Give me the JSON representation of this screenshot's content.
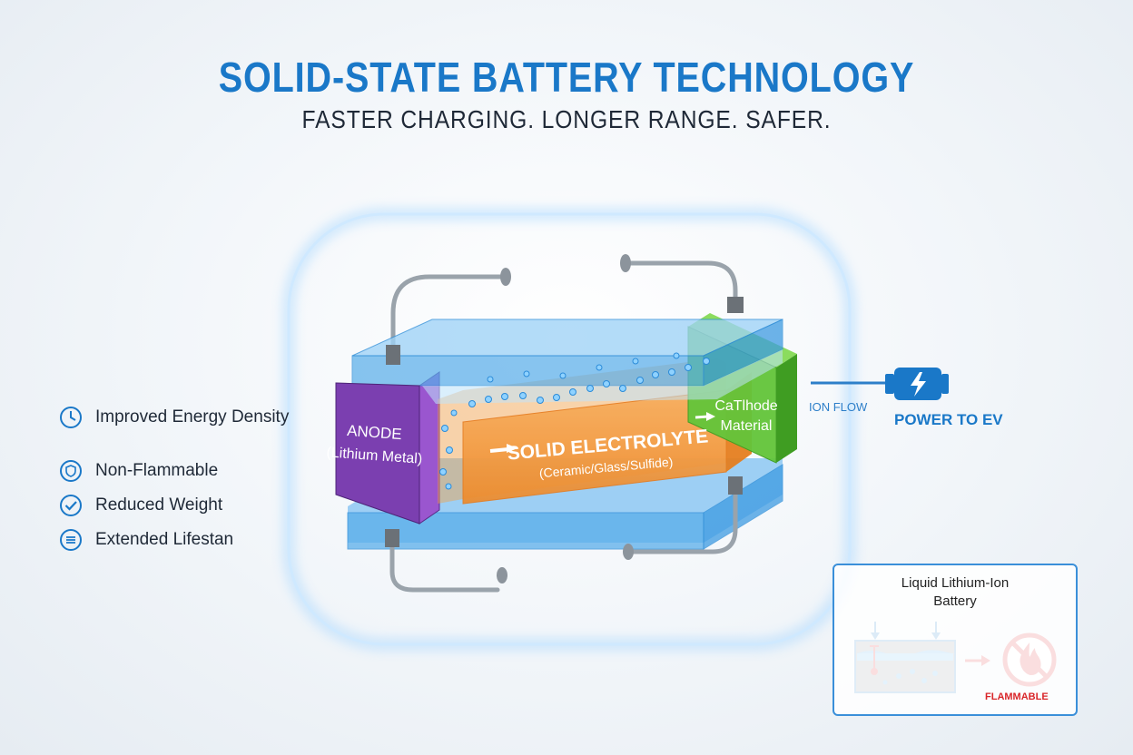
{
  "header": {
    "title": "SOLID-STATE BATTERY TECHNOLOGY",
    "subtitle": "FASTER CHARGING. LONGER RANGE. SAFER."
  },
  "features": [
    {
      "label": "Improved Energy Density",
      "icon": "clock-icon"
    },
    {
      "label": "Non-Flammable",
      "icon": "shield-icon"
    },
    {
      "label": "Reduced Weight",
      "icon": "check-circle-icon"
    },
    {
      "label": "Extended Lifestan",
      "icon": "list-circle-icon"
    }
  ],
  "battery": {
    "anode_title": "ANODE",
    "anode_sub": "(Lithium Metal)",
    "electrolyte_title": "SOLID ELECTROLYTE",
    "electrolyte_sub": "(Ceramic/Glass/Sulfide)",
    "cathode_title": "CaTlhode",
    "cathode_sub": "Material",
    "ion_flow": "ION FLOW",
    "power_label": "POWER TO EV"
  },
  "comparison": {
    "title_line1": "Liquid Lithium-Ion",
    "title_line2": "Battery",
    "flammable": "FLAMMABLE"
  },
  "colors": {
    "accent_blue": "#1a78c8",
    "anode_purple": "#7b3fb0",
    "electrolyte_orange": "#f39a3a",
    "cathode_green": "#5cc23a",
    "warning_red": "#d9262a"
  }
}
